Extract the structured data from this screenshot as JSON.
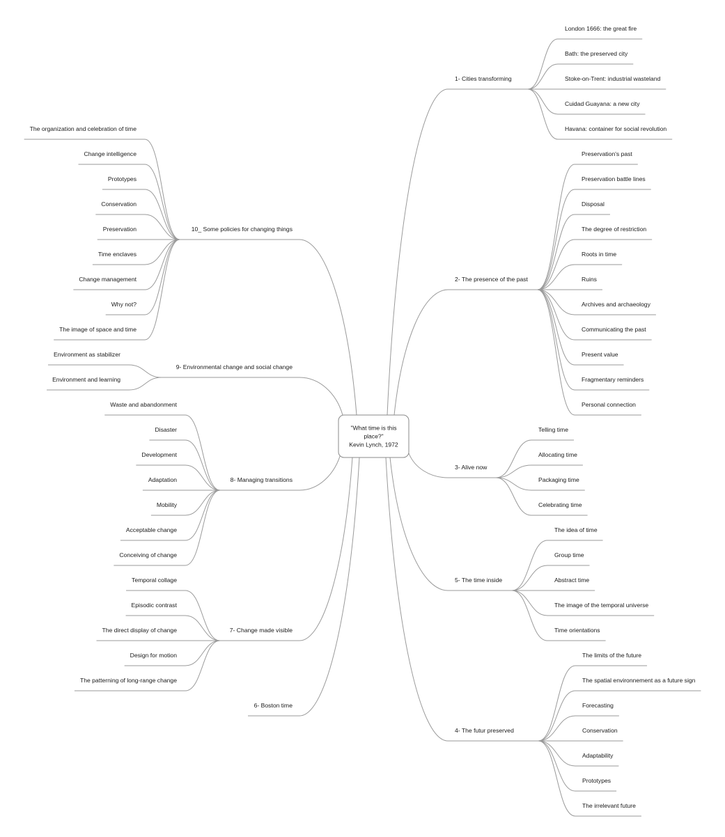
{
  "root": {
    "lines": [
      "\"What time  is this",
      "place?\"",
      "Kevin Lynch, 1972"
    ]
  },
  "branches": [
    {
      "label": "1- Cities transforming",
      "children": [
        "London 1666: the great fire",
        "Bath: the preserved city",
        "Stoke-on-Trent: industrial wasteland",
        "Cuidad Guayana: a new city",
        "Havana: container for social revolution"
      ]
    },
    {
      "label": "2- The presence of the past",
      "children": [
        "Preservation's past",
        "Preservation battle lines",
        "Disposal",
        "The degree of restriction",
        "Roots in time",
        "Ruins",
        "Archives and archaeology",
        "Communicating the past",
        "Present value",
        "Fragmentary reminders",
        "Personal connection"
      ]
    },
    {
      "label": "3- Alive now",
      "children": [
        "Telling time",
        "Allocating time",
        "Packaging time",
        "Celebrating time"
      ]
    },
    {
      "label": "5- The time inside",
      "children": [
        "The idea of time",
        "Group time",
        "Abstract time",
        "The image of the temporal universe",
        "Time orientations"
      ]
    },
    {
      "label": "4- The futur preserved",
      "children": [
        "The limits of the future",
        "The spatial environnement as a future sign",
        "Forecasting",
        "Conservation",
        "Adaptability",
        "Prototypes",
        "The irrelevant future"
      ]
    },
    {
      "label": "10_ Some policies for changing things",
      "children": [
        "The organization and celebration of time",
        "Change intelligence",
        "Prototypes",
        "Conservation",
        "Preservation",
        "Time enclaves",
        "Change management",
        "Why not?",
        "The image of space and time"
      ]
    },
    {
      "label": "9- Environmental change and social change",
      "children": [
        "Environment as stabilizer",
        "Environment and learning"
      ]
    },
    {
      "label": "8- Managing transitions",
      "children": [
        "Waste and abandonment",
        "Disaster",
        "Development",
        "Adaptation",
        "Mobility",
        "Acceptable change",
        "Conceiving of change"
      ]
    },
    {
      "label": "7- Change made visible",
      "children": [
        "Temporal collage",
        "Episodic contrast",
        "The direct display of change",
        "Design for motion",
        "The patterning of long-range change"
      ]
    },
    {
      "label": "6- Boston time",
      "children": []
    }
  ]
}
